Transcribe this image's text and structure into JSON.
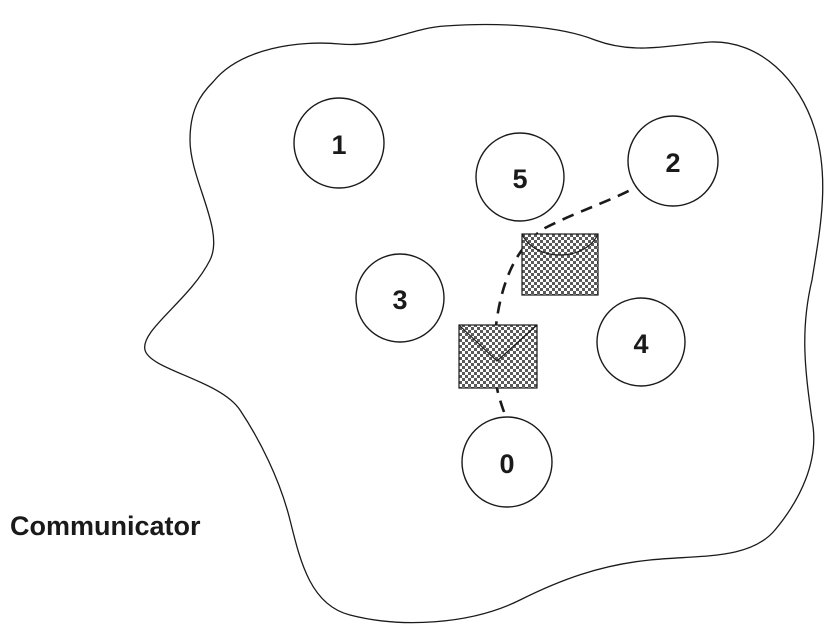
{
  "diagram": {
    "region_label": "Communicator",
    "nodes": [
      {
        "id": "0",
        "label": "0"
      },
      {
        "id": "1",
        "label": "1"
      },
      {
        "id": "2",
        "label": "2"
      },
      {
        "id": "3",
        "label": "3"
      },
      {
        "id": "4",
        "label": "4"
      },
      {
        "id": "5",
        "label": "5"
      }
    ],
    "messages": [
      {
        "from": "0",
        "to": "2"
      }
    ],
    "colors": {
      "stroke": "#1a1a1a",
      "background": "#ffffff",
      "envelope_pattern": "#5a5a5a"
    }
  }
}
